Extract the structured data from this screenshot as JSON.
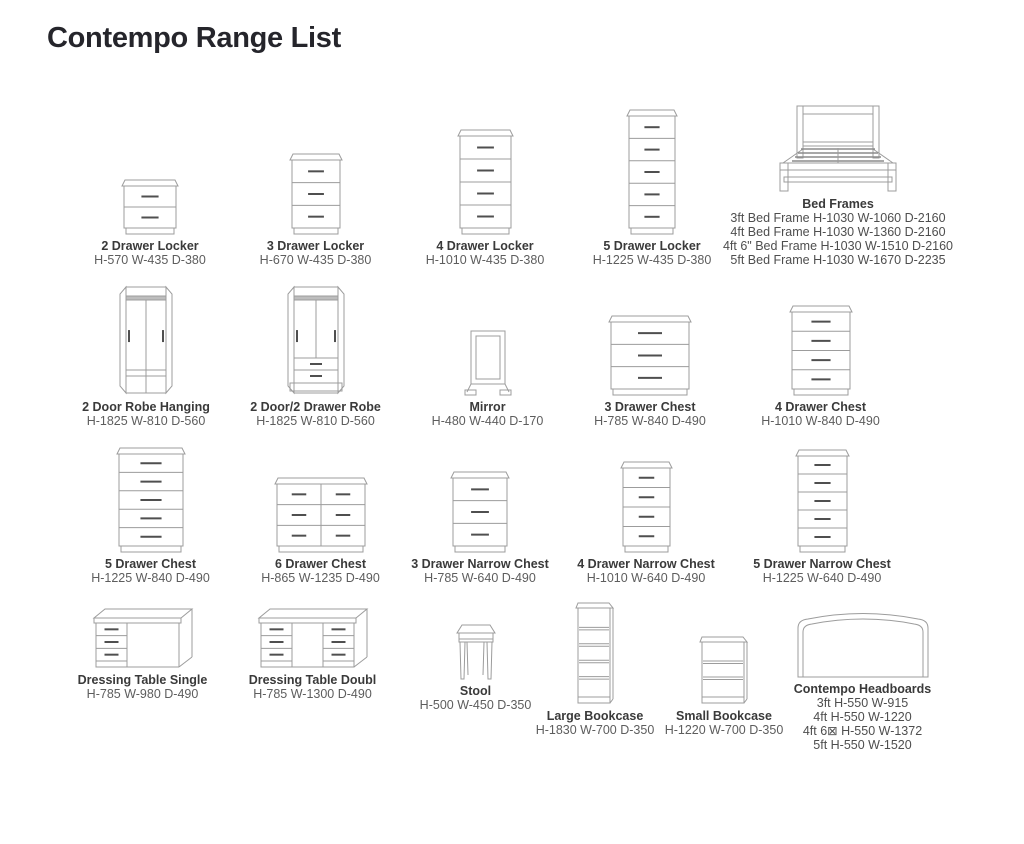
{
  "page": {
    "title": "Contempo Range List",
    "background": "#ffffff",
    "title_color": "#25252b",
    "name_color": "#3a3a3a",
    "dims_color": "#5d5d5d",
    "lineart_color": "#9c9c9c",
    "handle_color": "#4f4f4f"
  },
  "items": [
    {
      "name": "2 Drawer Locker",
      "dims": "H-570 W-435 D-380"
    },
    {
      "name": "3 Drawer Locker",
      "dims": "H-670 W-435 D-380"
    },
    {
      "name": "4 Drawer Locker",
      "dims": "H-1010 W-435 D-380"
    },
    {
      "name": "5 Drawer Locker",
      "dims": "H-1225 W-435 D-380"
    },
    {
      "name": "Bed Frames",
      "lines": [
        "3ft Bed Frame H-1030 W-1060 D-2160",
        "4ft Bed Frame H-1030 W-1360 D-2160",
        "4ft 6\" Bed Frame H-1030 W-1510 D-2160",
        "5ft Bed Frame H-1030 W-1670 D-2235"
      ]
    },
    {
      "name": "2 Door Robe Hanging",
      "dims": "H-1825 W-810 D-560"
    },
    {
      "name": "2 Door/2 Drawer Robe",
      "dims": "H-1825 W-810 D-560"
    },
    {
      "name": "Mirror",
      "dims": "H-480 W-440 D-170"
    },
    {
      "name": "3 Drawer Chest",
      "dims": "H-785 W-840 D-490"
    },
    {
      "name": "4 Drawer Chest",
      "dims": "H-1010 W-840 D-490"
    },
    {
      "name": "5 Drawer Chest",
      "dims": "H-1225 W-840 D-490"
    },
    {
      "name": "6 Drawer Chest",
      "dims": "H-865 W-1235 D-490"
    },
    {
      "name": "3 Drawer Narrow Chest",
      "dims": "H-785 W-640 D-490"
    },
    {
      "name": "4 Drawer Narrow Chest",
      "dims": "H-1010 W-640 D-490"
    },
    {
      "name": "5 Drawer Narrow Chest",
      "dims": "H-1225 W-640 D-490"
    },
    {
      "name": "Dressing Table Single",
      "dims": "H-785 W-980 D-490"
    },
    {
      "name": "Dressing Table Doubl",
      "dims": "H-785 W-1300 D-490"
    },
    {
      "name": "Stool",
      "dims": "H-500 W-450 D-350"
    },
    {
      "name": "Large Bookcase",
      "dims": "H-1830 W-700 D-350"
    },
    {
      "name": "Small Bookcase",
      "dims": "H-1220 W-700 D-350"
    },
    {
      "name": "Contempo Headboards",
      "lines": [
        "3ft H-550 W-915",
        "4ft H-550 W-1220",
        "4ft 6⊠ H-550 W-1372",
        "5ft H-550 W-1520"
      ]
    }
  ]
}
